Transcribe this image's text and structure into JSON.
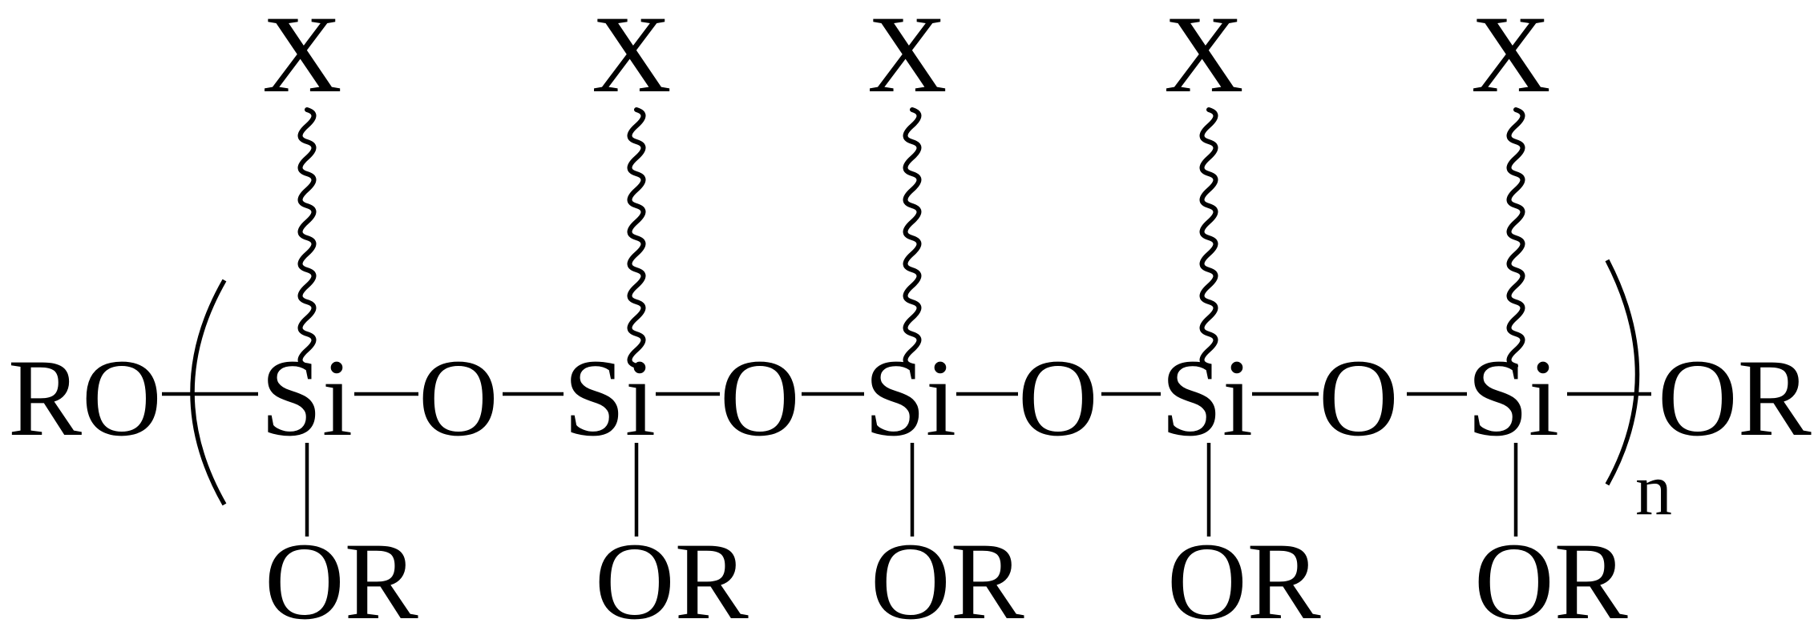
{
  "structure": {
    "left_end_group": "RO",
    "right_end_group": "OR",
    "repeat_subscript": "n",
    "bridge_atom": "O",
    "silicon_units": [
      {
        "atom": "Si",
        "top_group": "X",
        "bottom_group": "OR"
      },
      {
        "atom": "Si",
        "top_group": "X",
        "bottom_group": "OR"
      },
      {
        "atom": "Si",
        "top_group": "X",
        "bottom_group": "OR"
      },
      {
        "atom": "Si",
        "top_group": "X",
        "bottom_group": "OR"
      },
      {
        "atom": "Si",
        "top_group": "X",
        "bottom_group": "OR"
      }
    ],
    "top_link_icon": "wavy-chain",
    "line_color": "#000000"
  }
}
